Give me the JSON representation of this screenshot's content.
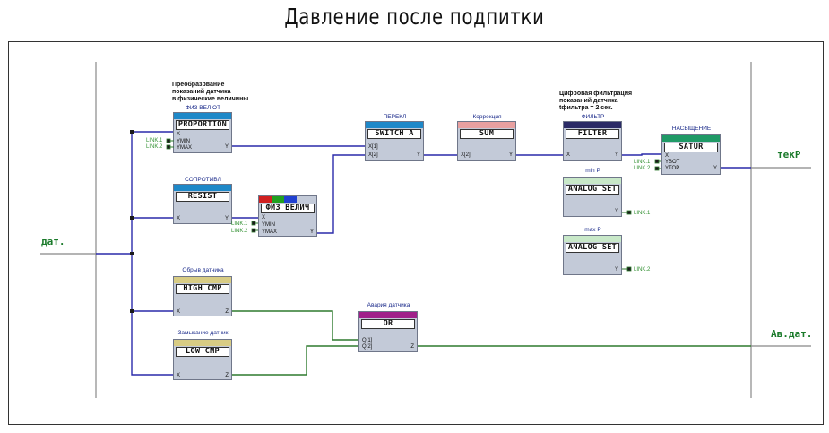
{
  "title": "Давление после подпитки",
  "io": {
    "left_input": "дат.",
    "out_top": "текР",
    "out_bottom": "Ав.дат."
  },
  "descriptions": {
    "proportion": [
      "Преобразрвание",
      "показаний датчика",
      "в физические величины"
    ],
    "filter": [
      "Цифровая фильтрация",
      "показаний датчика",
      "tфильтра = 2 сек."
    ]
  },
  "blocks": {
    "proportion": {
      "label": "ФИЗ ВЕЛ ОТ",
      "title": "PROPORTION",
      "pins": [
        "X",
        "YMIN",
        "YMAX",
        "Y"
      ]
    },
    "resist": {
      "label": "СОПРОТИВЛ",
      "title": "RESIST",
      "pins": [
        "X",
        "Y"
      ]
    },
    "fizvel": {
      "title": "ФИЗ ВЕЛИЧ",
      "pins": [
        "X",
        "YMIN",
        "YMAX",
        "Y"
      ]
    },
    "switch": {
      "label": "ПЕРЕКЛ",
      "title": "SWITCH A",
      "pins": [
        "X[1]",
        "X[2]",
        "Y"
      ]
    },
    "sum": {
      "label": "Коррекция",
      "title": "SUM",
      "pins": [
        "X[2]",
        "Y"
      ]
    },
    "filter": {
      "label": "ФИЛЬТР",
      "title": "FILTER",
      "pins": [
        "X",
        "Y"
      ]
    },
    "satur": {
      "label": "НАСЫЩЕНИЕ",
      "title": "SATUR",
      "pins": [
        "X",
        "YBOT",
        "YTOP",
        "Y"
      ]
    },
    "aset1": {
      "label": "min P",
      "title": "ANALOG SET",
      "pins": [
        "Y"
      ]
    },
    "aset2": {
      "label": "max P",
      "title": "ANALOG SET",
      "pins": [
        "Y"
      ]
    },
    "high": {
      "label": "Обрыв датчика",
      "title": "HIGH CMP",
      "pins": [
        "X",
        "Z"
      ]
    },
    "low": {
      "label": "Замыкание датчик",
      "title": "LOW CMP",
      "pins": [
        "X",
        "Z"
      ]
    },
    "or": {
      "label": "Авария датчика",
      "title": "OR",
      "pins": [
        "Q[1]",
        "Q[2]",
        "Z"
      ]
    }
  },
  "links": {
    "proportion": [
      "LINK.1",
      "LINK.2"
    ],
    "fizvel": [
      "LINK.1",
      "LINK.2"
    ],
    "satur": [
      "LINK.1",
      "LINK.2"
    ],
    "aset1": "LINK.1",
    "aset2": "LINK.2"
  },
  "colors": {
    "proportion_header": "#1e88c8",
    "resist_header": "#1e88c8",
    "switch_header": "#1e88c8",
    "sum_header": "#e8a0a0",
    "filter_header": "#2a2a66",
    "satur_header": "#1f9a66",
    "aset_header": "#c8e8c8",
    "cmp_header": "#d8cc84",
    "or_header": "#a0208a",
    "wire_blue": "#2a2aaa",
    "wire_green": "#2e7a2e",
    "block_body": "#c3cad8"
  }
}
